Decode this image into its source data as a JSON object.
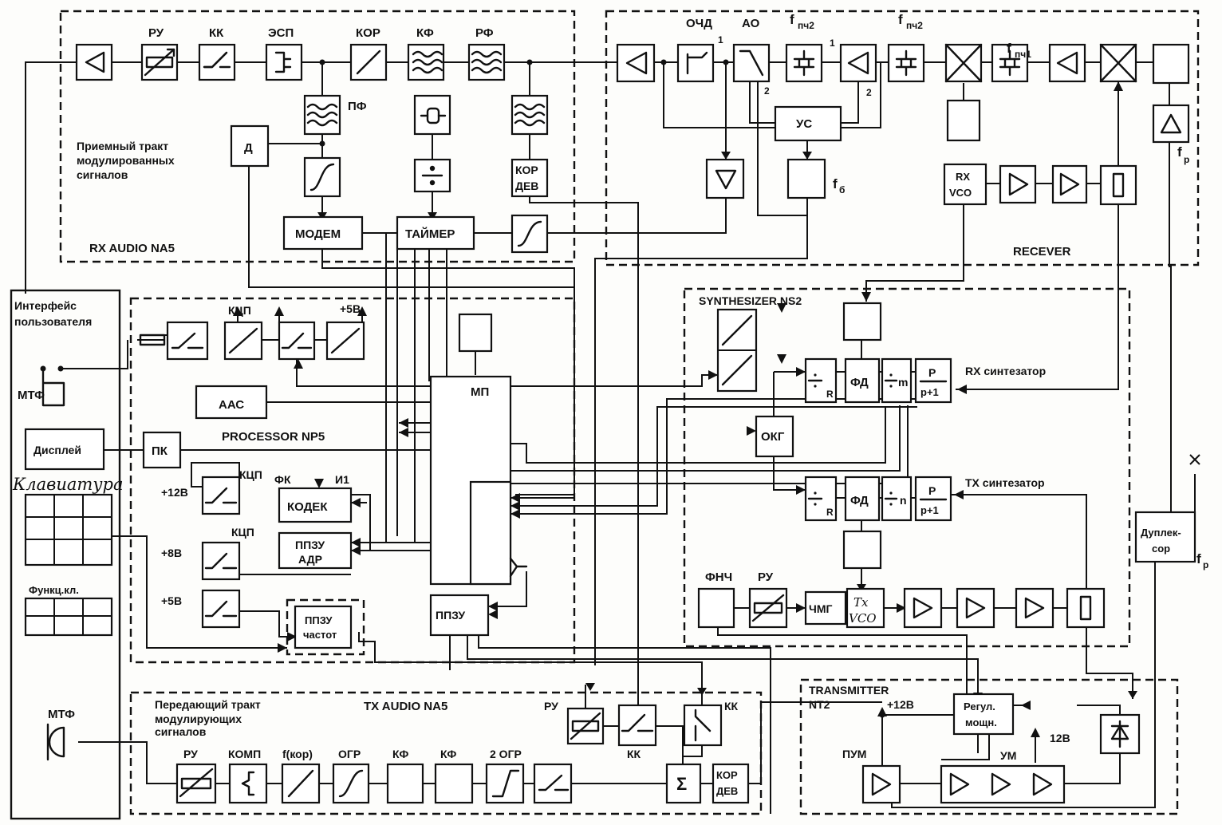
{
  "sections": {
    "rx_audio": "RX AUDIO NA5",
    "rx_audio_desc": [
      "Приемный тракт",
      "модулированных",
      "сигналов"
    ],
    "receiver": "RECEVER",
    "user_interface": [
      "Интерфейс",
      "пользователя"
    ],
    "processor": "PROCESSOR NP5",
    "synthesizer": "SYNTHESIZER NS2",
    "tx_audio": "TX AUDIO NA5",
    "tx_audio_desc": [
      "Передающий тракт",
      "модулирующих",
      "сигналов"
    ],
    "transmitter": [
      "TRANSMITTER",
      "NT2"
    ]
  },
  "rx_audio": {
    "ru": "РУ",
    "kk": "КК",
    "esp": "ЭСП",
    "kor": "КОР",
    "kf": "КФ",
    "rf": "РФ",
    "pf": "ПФ",
    "d": "Д",
    "modem": "МОДЕМ",
    "timer": "ТАЙМЕР",
    "kor_dev": [
      "КОР",
      "ДЕВ"
    ]
  },
  "receiver": {
    "ochd": "ОЧД",
    "ao": "АО",
    "fpch2": "f",
    "pch2_sub": "пч2",
    "fpch1_sub": "пч1",
    "us": "УС",
    "fb": "f",
    "fb_sub": "б",
    "fr": "f",
    "fr_sub": "р",
    "rx_vco": [
      "RX",
      "VCO"
    ],
    "n1": "1",
    "n2": "2"
  },
  "processor": {
    "kcp": "КЦП",
    "plus5v": "+5В",
    "plus12v": "+12В",
    "plus8v": "+8В",
    "aac": "ААС",
    "pk": "ПК",
    "mp": "МП",
    "fk": "ФК",
    "i1": "И1",
    "kodek": "КОДЕК",
    "ppzu_adr": [
      "ППЗУ",
      "АДР"
    ],
    "ppzu": "ППЗУ",
    "ppzu_chastot": [
      "ППЗУ",
      "частот"
    ]
  },
  "user_interface": {
    "mtf": "МТФ",
    "display": "Дисплей",
    "keyboard": "Клавиатура",
    "func_keys": "Функц.кл."
  },
  "synthesizer": {
    "rx_synth": "RX синтезатор",
    "tx_synth": "TX синтезатор",
    "div_r": "R",
    "fd": "ФД",
    "div_m": "m",
    "div_n": "n",
    "p": "P",
    "p1": "p+1",
    "okg": "ОКГ",
    "fnch": "ФНЧ",
    "ru": "РУ",
    "chmg": "ЧМГ",
    "tx_vco": [
      "Tx",
      "VCO"
    ]
  },
  "tx_audio": {
    "ru": "РУ",
    "komp": "КОМП",
    "fkor": "f(кор)",
    "ogr": "ОГР",
    "kf": "КФ",
    "ogr2": "2 ОГР",
    "kk": "КК",
    "sum": "Σ",
    "kor_dev": [
      "КОР",
      "ДЕВ"
    ]
  },
  "transmitter": {
    "plus12v": "+12В",
    "regul": [
      "Регул.",
      "мощн."
    ],
    "pum": "ПУМ",
    "um": "УМ",
    "v12": "12В",
    "duplexer": [
      "Дуплек-",
      "сор"
    ],
    "fr": "f",
    "fr_sub": "р"
  }
}
